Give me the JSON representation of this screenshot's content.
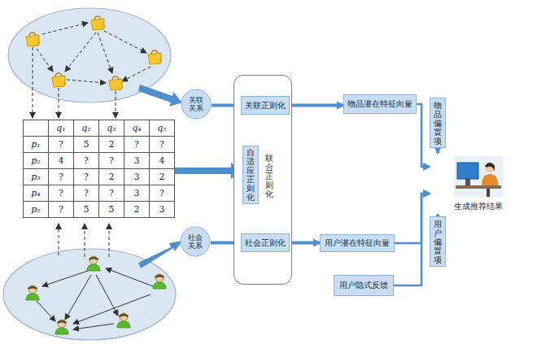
{
  "diagram": {
    "nodes": [
      {
        "text": [
          "关联关系"
        ]
      },
      {
        "text": [
          "联合正则化"
        ]
      },
      {
        "text": [
          "关联正则化"
        ],
        "in": 1
      },
      {
        "text": [
          "自适应正则化"
        ],
        "in": 1
      },
      {
        "text": [
          "社会正则化"
        ],
        "in": 1
      },
      {
        "text": [
          "社会关系"
        ]
      },
      {
        "text": [
          "物品潜在特征向量"
        ]
      },
      {
        "text": [
          "物品偏置项"
        ]
      },
      {
        "text": [
          "生成推荐结果"
        ]
      },
      {
        "text": [
          "用户偏置项"
        ]
      },
      {
        "text": [
          "用户潜在特征向量"
        ]
      },
      {
        "text": [
          "用户隐式反馈"
        ]
      }
    ],
    "edges": [
      {
        "from": 0,
        "to": 2,
        "arrow": "to"
      },
      {
        "from": 5,
        "to": 4,
        "arrow": "to"
      },
      {
        "from": 2,
        "to": 6,
        "arrow": "to"
      },
      {
        "from": 4,
        "to": 10,
        "arrow": "to"
      },
      {
        "from": 6,
        "to": 8,
        "arrow": "to"
      },
      {
        "from": 7,
        "to": 8,
        "arrow": "to"
      },
      {
        "from": 10,
        "to": 8,
        "arrow": "to"
      },
      {
        "from": 11,
        "to": 8,
        "arrow": "to"
      },
      {
        "from": 9,
        "to": 8,
        "arrow": "to"
      }
    ],
    "labels": [
      "q₁",
      "q₂",
      "q₃",
      "q₄",
      "q₅",
      "p₁",
      "?",
      "5",
      "2",
      "?",
      "?",
      "p₂",
      "4",
      "?",
      "?",
      "3",
      "4",
      "p₃",
      "?",
      "?",
      "2",
      "3",
      "2",
      "p₄",
      "?",
      "?",
      "?",
      "3",
      "?",
      "p₅",
      "?",
      "5",
      "5",
      "2",
      "3"
    ]
  }
}
